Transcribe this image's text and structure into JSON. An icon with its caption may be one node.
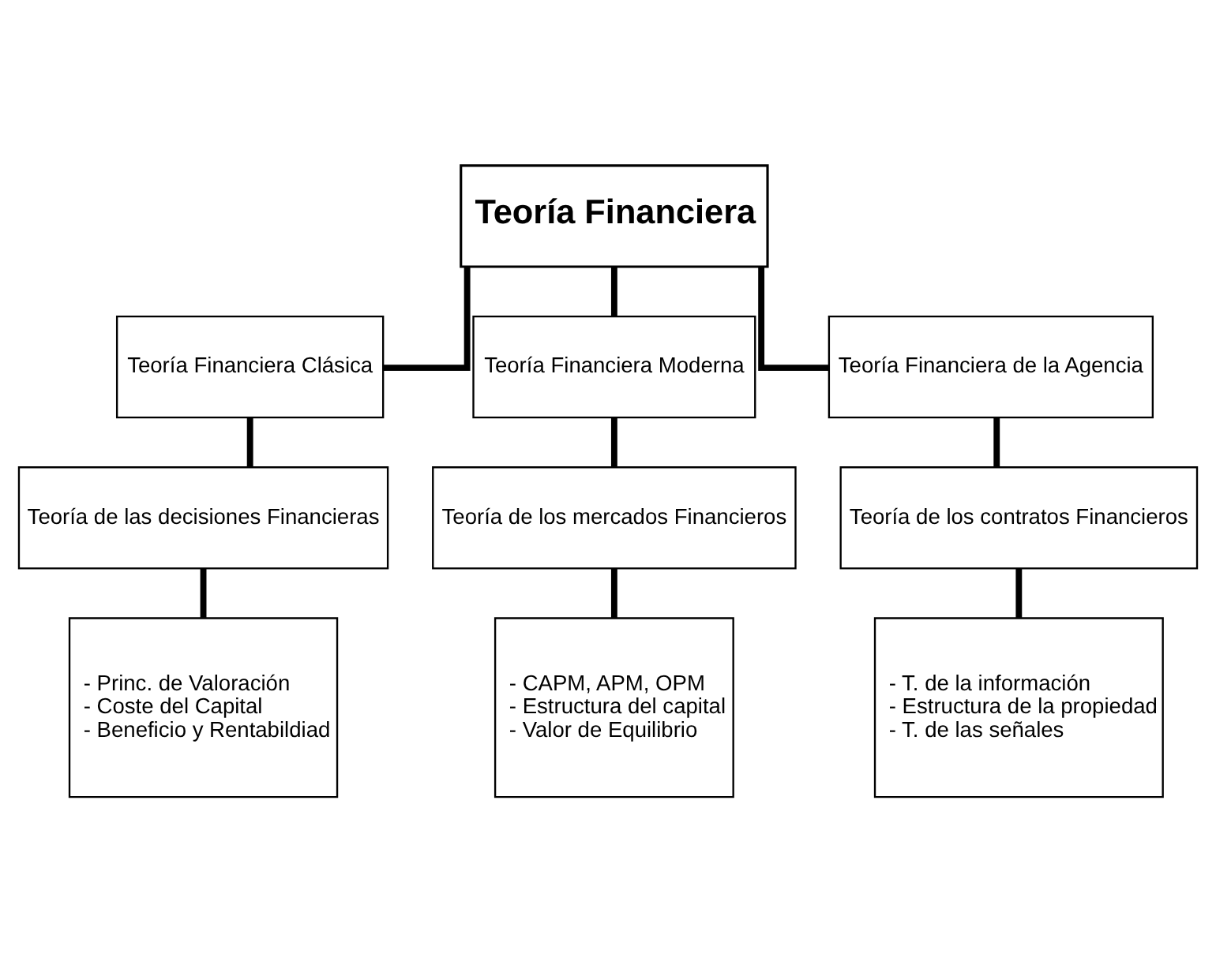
{
  "diagram": {
    "nodes": [
      {
        "text": [
          "Teoría Financiera"
        ]
      },
      {
        "text": [
          "Teoría Financiera Clásica"
        ]
      },
      {
        "text": [
          "Teoría Financiera Moderna"
        ]
      },
      {
        "text": [
          "Teoría Financiera de la Agencia"
        ]
      },
      {
        "text": [
          "Teoría de las decisiones Financieras"
        ]
      },
      {
        "text": [
          "Teoría de los mercados Financieros"
        ]
      },
      {
        "text": [
          "Teoría de los contratos Financieros"
        ]
      },
      {
        "text": [
          "- Princ. de Valoración",
          "- Coste del Capital",
          "- Beneficio y Rentabildiad"
        ]
      },
      {
        "text": [
          "- CAPM, APM, OPM",
          "- Estructura del capital",
          "- Valor de Equilibrio"
        ]
      },
      {
        "text": [
          "- T. de la información",
          "- Estructura de la propiedad",
          "- T. de las señales"
        ]
      }
    ],
    "edges": [
      {
        "from": 0,
        "to": 1,
        "arrow": "none"
      },
      {
        "from": 0,
        "to": 2,
        "arrow": "none"
      },
      {
        "from": 0,
        "to": 3,
        "arrow": "none"
      },
      {
        "from": 1,
        "to": 4,
        "arrow": "none"
      },
      {
        "from": 2,
        "to": 5,
        "arrow": "none"
      },
      {
        "from": 3,
        "to": 6,
        "arrow": "none"
      },
      {
        "from": 4,
        "to": 7,
        "arrow": "none"
      },
      {
        "from": 5,
        "to": 8,
        "arrow": "none"
      },
      {
        "from": 6,
        "to": 9,
        "arrow": "none"
      }
    ]
  }
}
